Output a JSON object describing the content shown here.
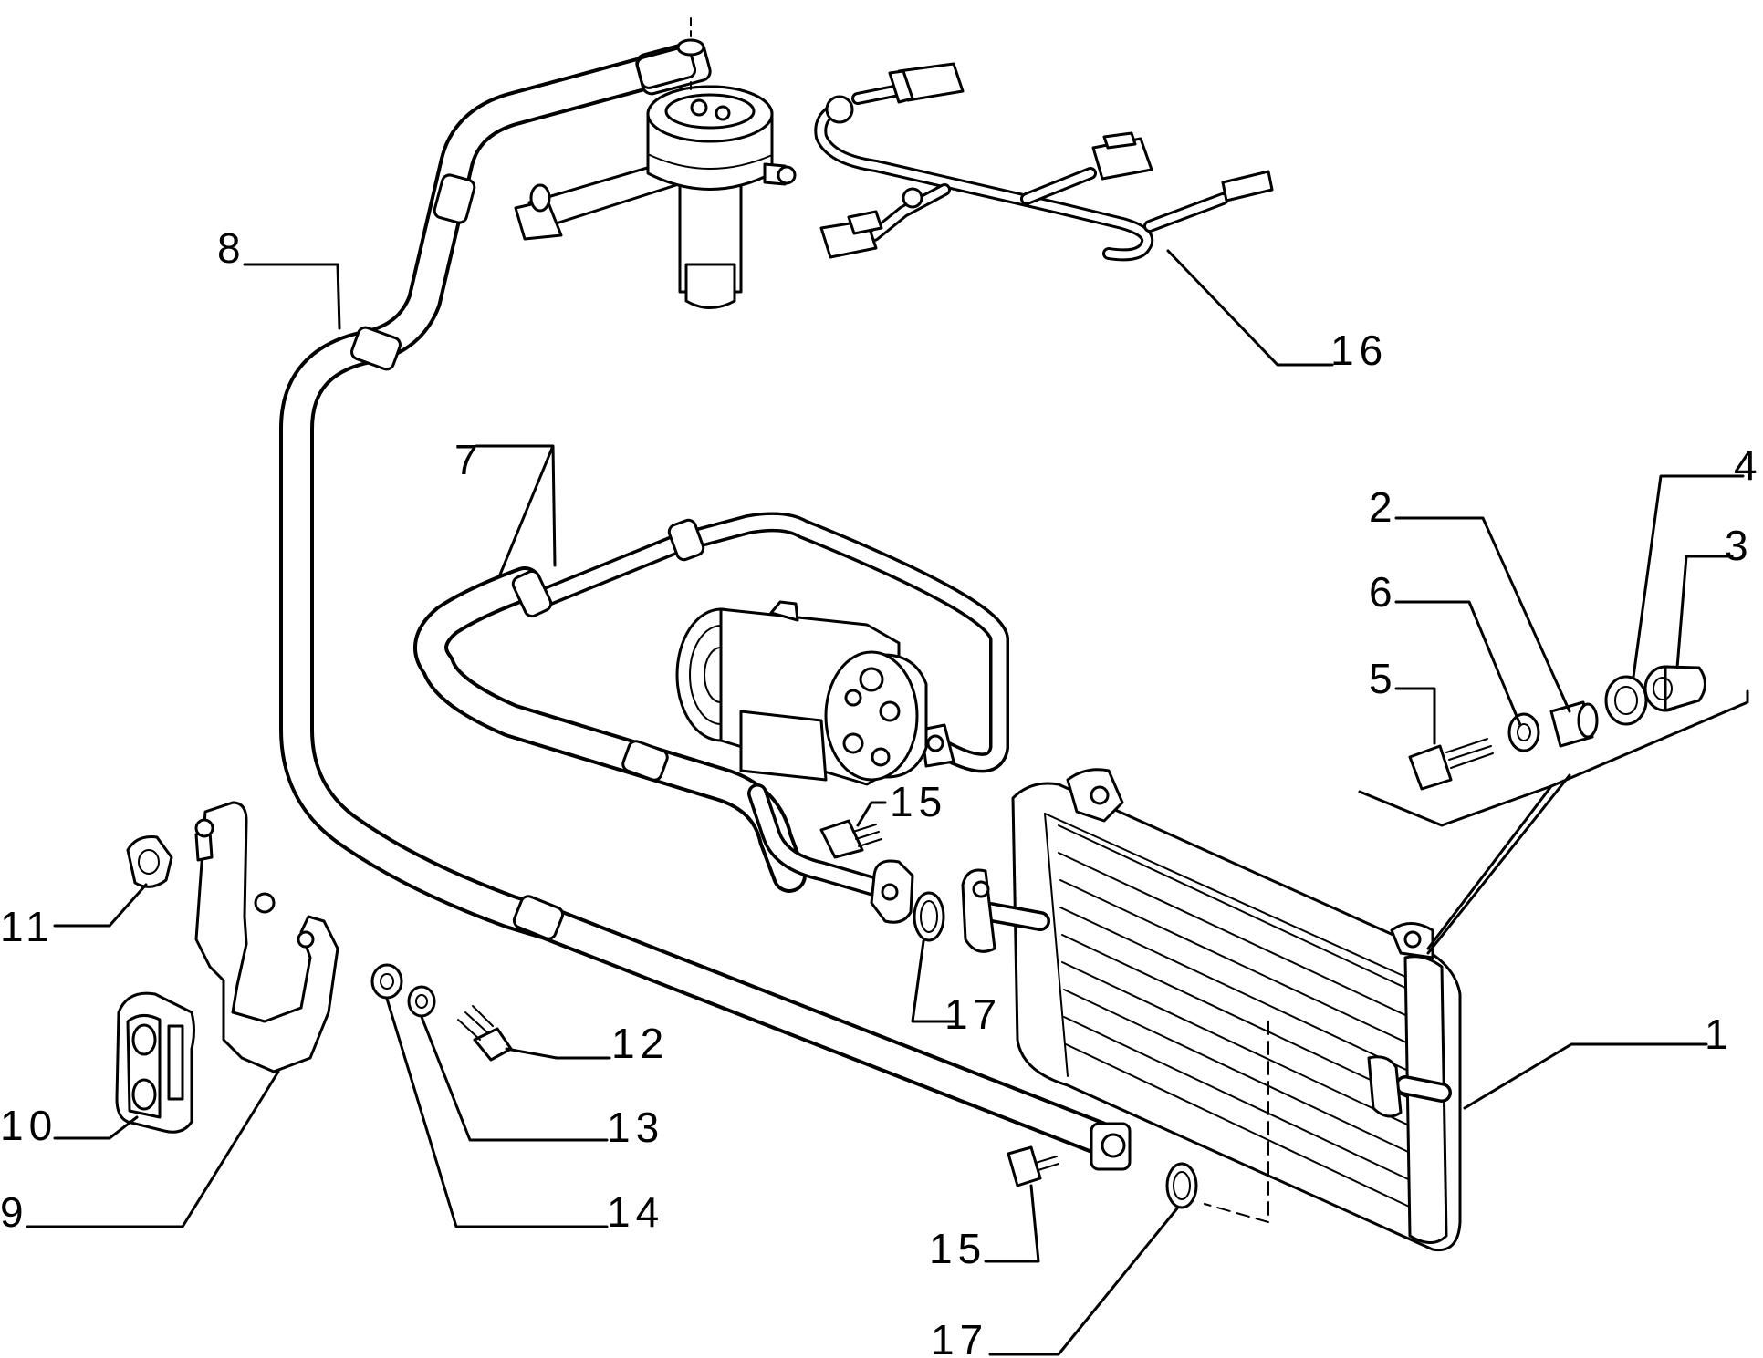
{
  "labels": {
    "l1": "1",
    "l2": "2",
    "l3": "3",
    "l4": "4",
    "l5": "5",
    "l6": "6",
    "l7": "7",
    "l8": "8",
    "l9": "9",
    "l10": "10",
    "l11": "11",
    "l12": "12",
    "l13": "13",
    "l14": "14",
    "l15a": "15",
    "l15b": "15",
    "l16": "16",
    "l17a": "17",
    "l17b": "17"
  }
}
